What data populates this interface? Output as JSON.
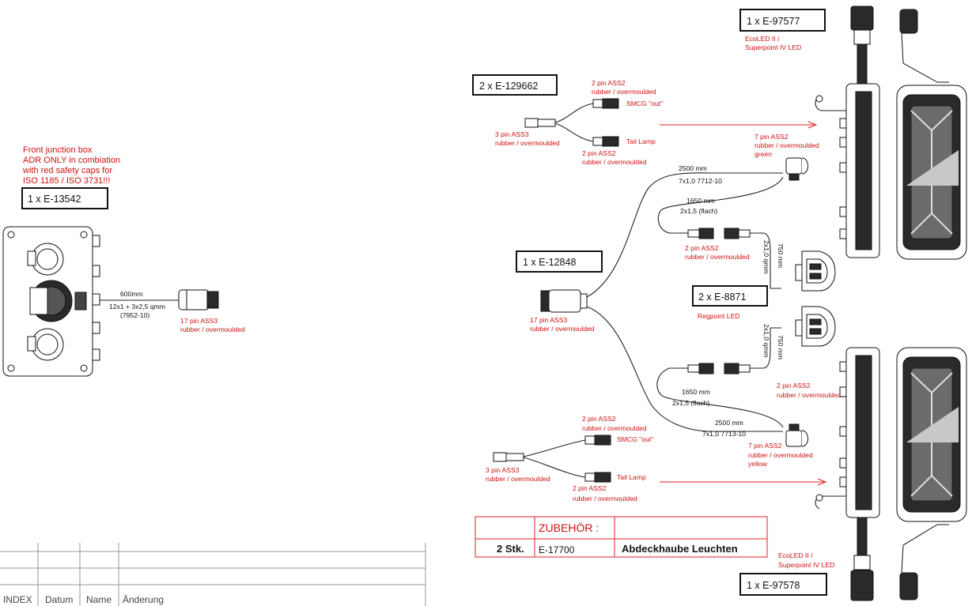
{
  "front_box": {
    "note": [
      "Front junction box",
      "ADR ONLY in combiation",
      "with red safety caps for",
      "ISO 1185 / ISO 3731!!!"
    ],
    "part_label": "1 x E-13542",
    "cable_length": "600mm",
    "cable_spec": "12x1 + 3x2,5 qmm",
    "cable_code": "(7952-10)",
    "connector_type": "17 pin ASS3",
    "connector_material": "rubber  / overmoulded"
  },
  "upper_splitter": {
    "part_label": "2 x E-129662",
    "top_conn_type": "2 pin ASS2",
    "top_conn_material": "rubber  / overmoulded",
    "top_conn_use": "SMCG \"out\"",
    "in_conn_type": "3 pin ASS3",
    "in_conn_material": "rubber  / overmoulded",
    "bottom_conn_use": "Tail Lamp",
    "bottom_conn_type": "2 pin ASS2",
    "bottom_conn_material": "rubber  / overmoulded"
  },
  "lower_splitter": {
    "top_conn_type": "2 pin ASS2",
    "top_conn_material": "rubber  / overmoulded",
    "top_conn_use": "SMCG \"out\"",
    "in_conn_type": "3 pin ASS3",
    "in_conn_material": "rubber  / overmoulded",
    "bottom_conn_use": "Tail Lamp",
    "bottom_conn_type": "2 pin ASS2",
    "bottom_conn_material": "rubber  / overmoulded"
  },
  "main_harness": {
    "part_label": "1 x E-12848",
    "connector_type": "17 pin ASS3",
    "connector_material": "rubber  / overmoulded",
    "upper_branch_length": "2500 mm",
    "upper_branch_spec": "7x1,0  7712-10",
    "upper_flat_length": "1650 mm",
    "upper_flat_spec": "2x1,5  (flach)",
    "lower_flat_length": "1650 mm",
    "lower_flat_spec": "2x1,5  (flach)",
    "lower_branch_length": "2500 mm",
    "lower_branch_spec": "7x1,0  7713-10"
  },
  "upper_7pin": {
    "type": "7 pin ASS2",
    "material": "rubber  / overmoulded",
    "color": "green"
  },
  "lower_7pin": {
    "type": "7 pin ASS2",
    "material": "rubber  / overmoulded",
    "color": "yellow"
  },
  "upper_2pin": {
    "type": "2 pin ASS2",
    "material": "rubber  / overmoulded",
    "wire_spec": "2x1,0 qmm",
    "wire_length": "750 mm"
  },
  "lower_2pin": {
    "type": "2 pin ASS2",
    "material": "rubber  / overmoulded",
    "wire_spec": "2x1,0 qmm",
    "wire_length": "750 mm"
  },
  "regpoint": {
    "part_label": "2 x E-8871",
    "name": "Regpoint LED"
  },
  "upper_lamp": {
    "part_label": "1 x E-97577",
    "name_line1": "EcoLED II /",
    "name_line2": "Superpoint IV LED"
  },
  "lower_lamp": {
    "part_label": "1 x E-97578",
    "name_line1": "EcoLED II /",
    "name_line2": "Superpoint IV LED"
  },
  "accessories": {
    "header": "ZUBEHÖR :",
    "qty": "2 Stk.",
    "part_no": "E-17700",
    "description": "Abdeckhaube Leuchten"
  },
  "title_block": {
    "col_index": "INDEX",
    "col_date": "Datum",
    "col_name": "Name",
    "col_change": "Änderung"
  },
  "colors": {
    "annotation_red": "#d01010",
    "arrow_red": "#e02020",
    "line_dark": "#222222"
  }
}
